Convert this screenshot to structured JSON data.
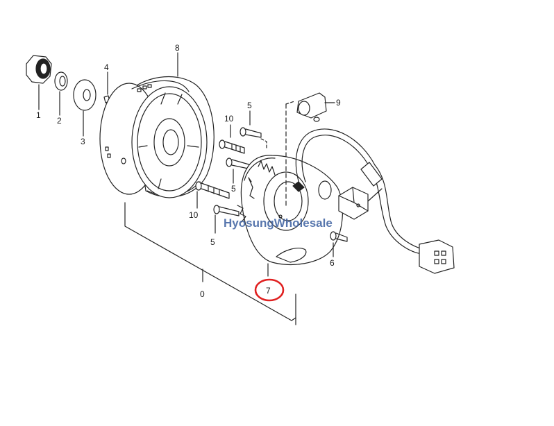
{
  "diagram": {
    "watermark": "HyosungWholesale",
    "labels": {
      "p0": "0",
      "p1": "1",
      "p2": "2",
      "p3": "3",
      "p4": "4",
      "p5a": "5",
      "p5b": "5",
      "p5c": "5",
      "p6": "6",
      "p7": "7",
      "p8": "8",
      "p9": "9",
      "p10a": "10",
      "p10b": "10"
    },
    "highlight_color": "#e02020",
    "watermark_color": "#3a5f9f"
  }
}
